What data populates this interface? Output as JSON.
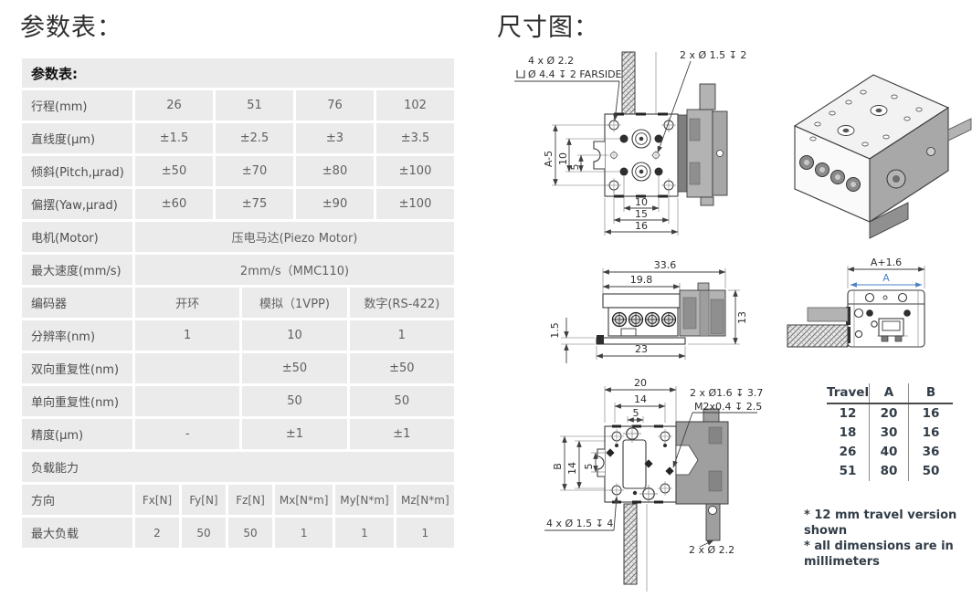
{
  "page": {
    "left_title": "参数表：",
    "right_title": "尺寸图："
  },
  "param_table": {
    "title": "参数表:",
    "rows": [
      {
        "label": "行程(mm)",
        "values": [
          "26",
          "51",
          "76",
          "102"
        ]
      },
      {
        "label": "直线度(μm)",
        "values": [
          "±1.5",
          "±2.5",
          "±3",
          "±3.5"
        ]
      },
      {
        "label": "倾斜(Pitch,μrad)",
        "values": [
          "±50",
          "±70",
          "±80",
          "±100"
        ]
      },
      {
        "label": "偏摆(Yaw,μrad)",
        "values": [
          "±60",
          "±75",
          "±90",
          "±100"
        ]
      },
      {
        "label": "电机(Motor)",
        "values": [
          "压电马达(Piezo Motor)"
        ]
      },
      {
        "label": "最大速度(mm/s)",
        "values": [
          "2mm/s（MMC110)"
        ]
      },
      {
        "label": "编码器",
        "values": [
          "开环",
          "模拟（1VPP)",
          "数字(RS-422)"
        ]
      },
      {
        "label": "分辨率(nm)",
        "values": [
          "1",
          "10",
          "1"
        ]
      },
      {
        "label": "双向重复性(nm)",
        "values": [
          "",
          "±50",
          "±50"
        ]
      },
      {
        "label": "单向重复性(nm)",
        "values": [
          "",
          "50",
          "50"
        ]
      },
      {
        "label": "精度(μm)",
        "values": [
          "-",
          "±1",
          "±1"
        ]
      },
      {
        "label": "负载能力",
        "values": []
      },
      {
        "label": "方向",
        "values": [
          "Fx[N]",
          "Fy[N]",
          "Fz[N]",
          "Mx[N*m]",
          "My[N*m]",
          "Mz[N*m]"
        ]
      },
      {
        "label": "最大负载",
        "values": [
          "2",
          "50",
          "50",
          "1",
          "1",
          "1"
        ]
      }
    ]
  },
  "drawings": {
    "top_view": {
      "callout_counterbore_1": "4 x Ø 2.2",
      "callout_counterbore_2": "Ø 4.4 ↧ 2 FARSIDE",
      "callout_holes": "2 x Ø 1.5 ↧ 2",
      "dim_a5": "A-5",
      "dim_v10": "10",
      "dim_v5": "5",
      "dim_h10": "10",
      "dim_h15": "15",
      "dim_h16": "16"
    },
    "side_view": {
      "dim_336": "33.6",
      "dim_198": "19.8",
      "dim_15": "1.5",
      "dim_13": "13",
      "dim_23": "23"
    },
    "end_view": {
      "dim_a_plus": "A+1.6",
      "dim_a": "A",
      "accent_blue": "#4a82c3"
    },
    "bottom_view": {
      "dim_20": "20",
      "dim_14t": "14",
      "dim_5t": "5",
      "dim_b": "B",
      "dim_14l": "14",
      "dim_5l": "5",
      "callout_drill": "2 x Ø1.6 ↧ 3.7",
      "callout_tap": "M2x0.4 ↧ 2.5",
      "callout_bottom": "4 x Ø 1.5 ↧ 4",
      "callout_cable": "2 x Ø 2.2"
    },
    "travel_table": {
      "headers": [
        "Travel",
        "A",
        "B"
      ],
      "rows": [
        [
          "12",
          "20",
          "16"
        ],
        [
          "18",
          "30",
          "16"
        ],
        [
          "26",
          "40",
          "36"
        ],
        [
          "51",
          "80",
          "50"
        ]
      ]
    },
    "notes": [
      "* 12 mm travel version shown",
      "* all dimensions are in millimeters"
    ]
  }
}
